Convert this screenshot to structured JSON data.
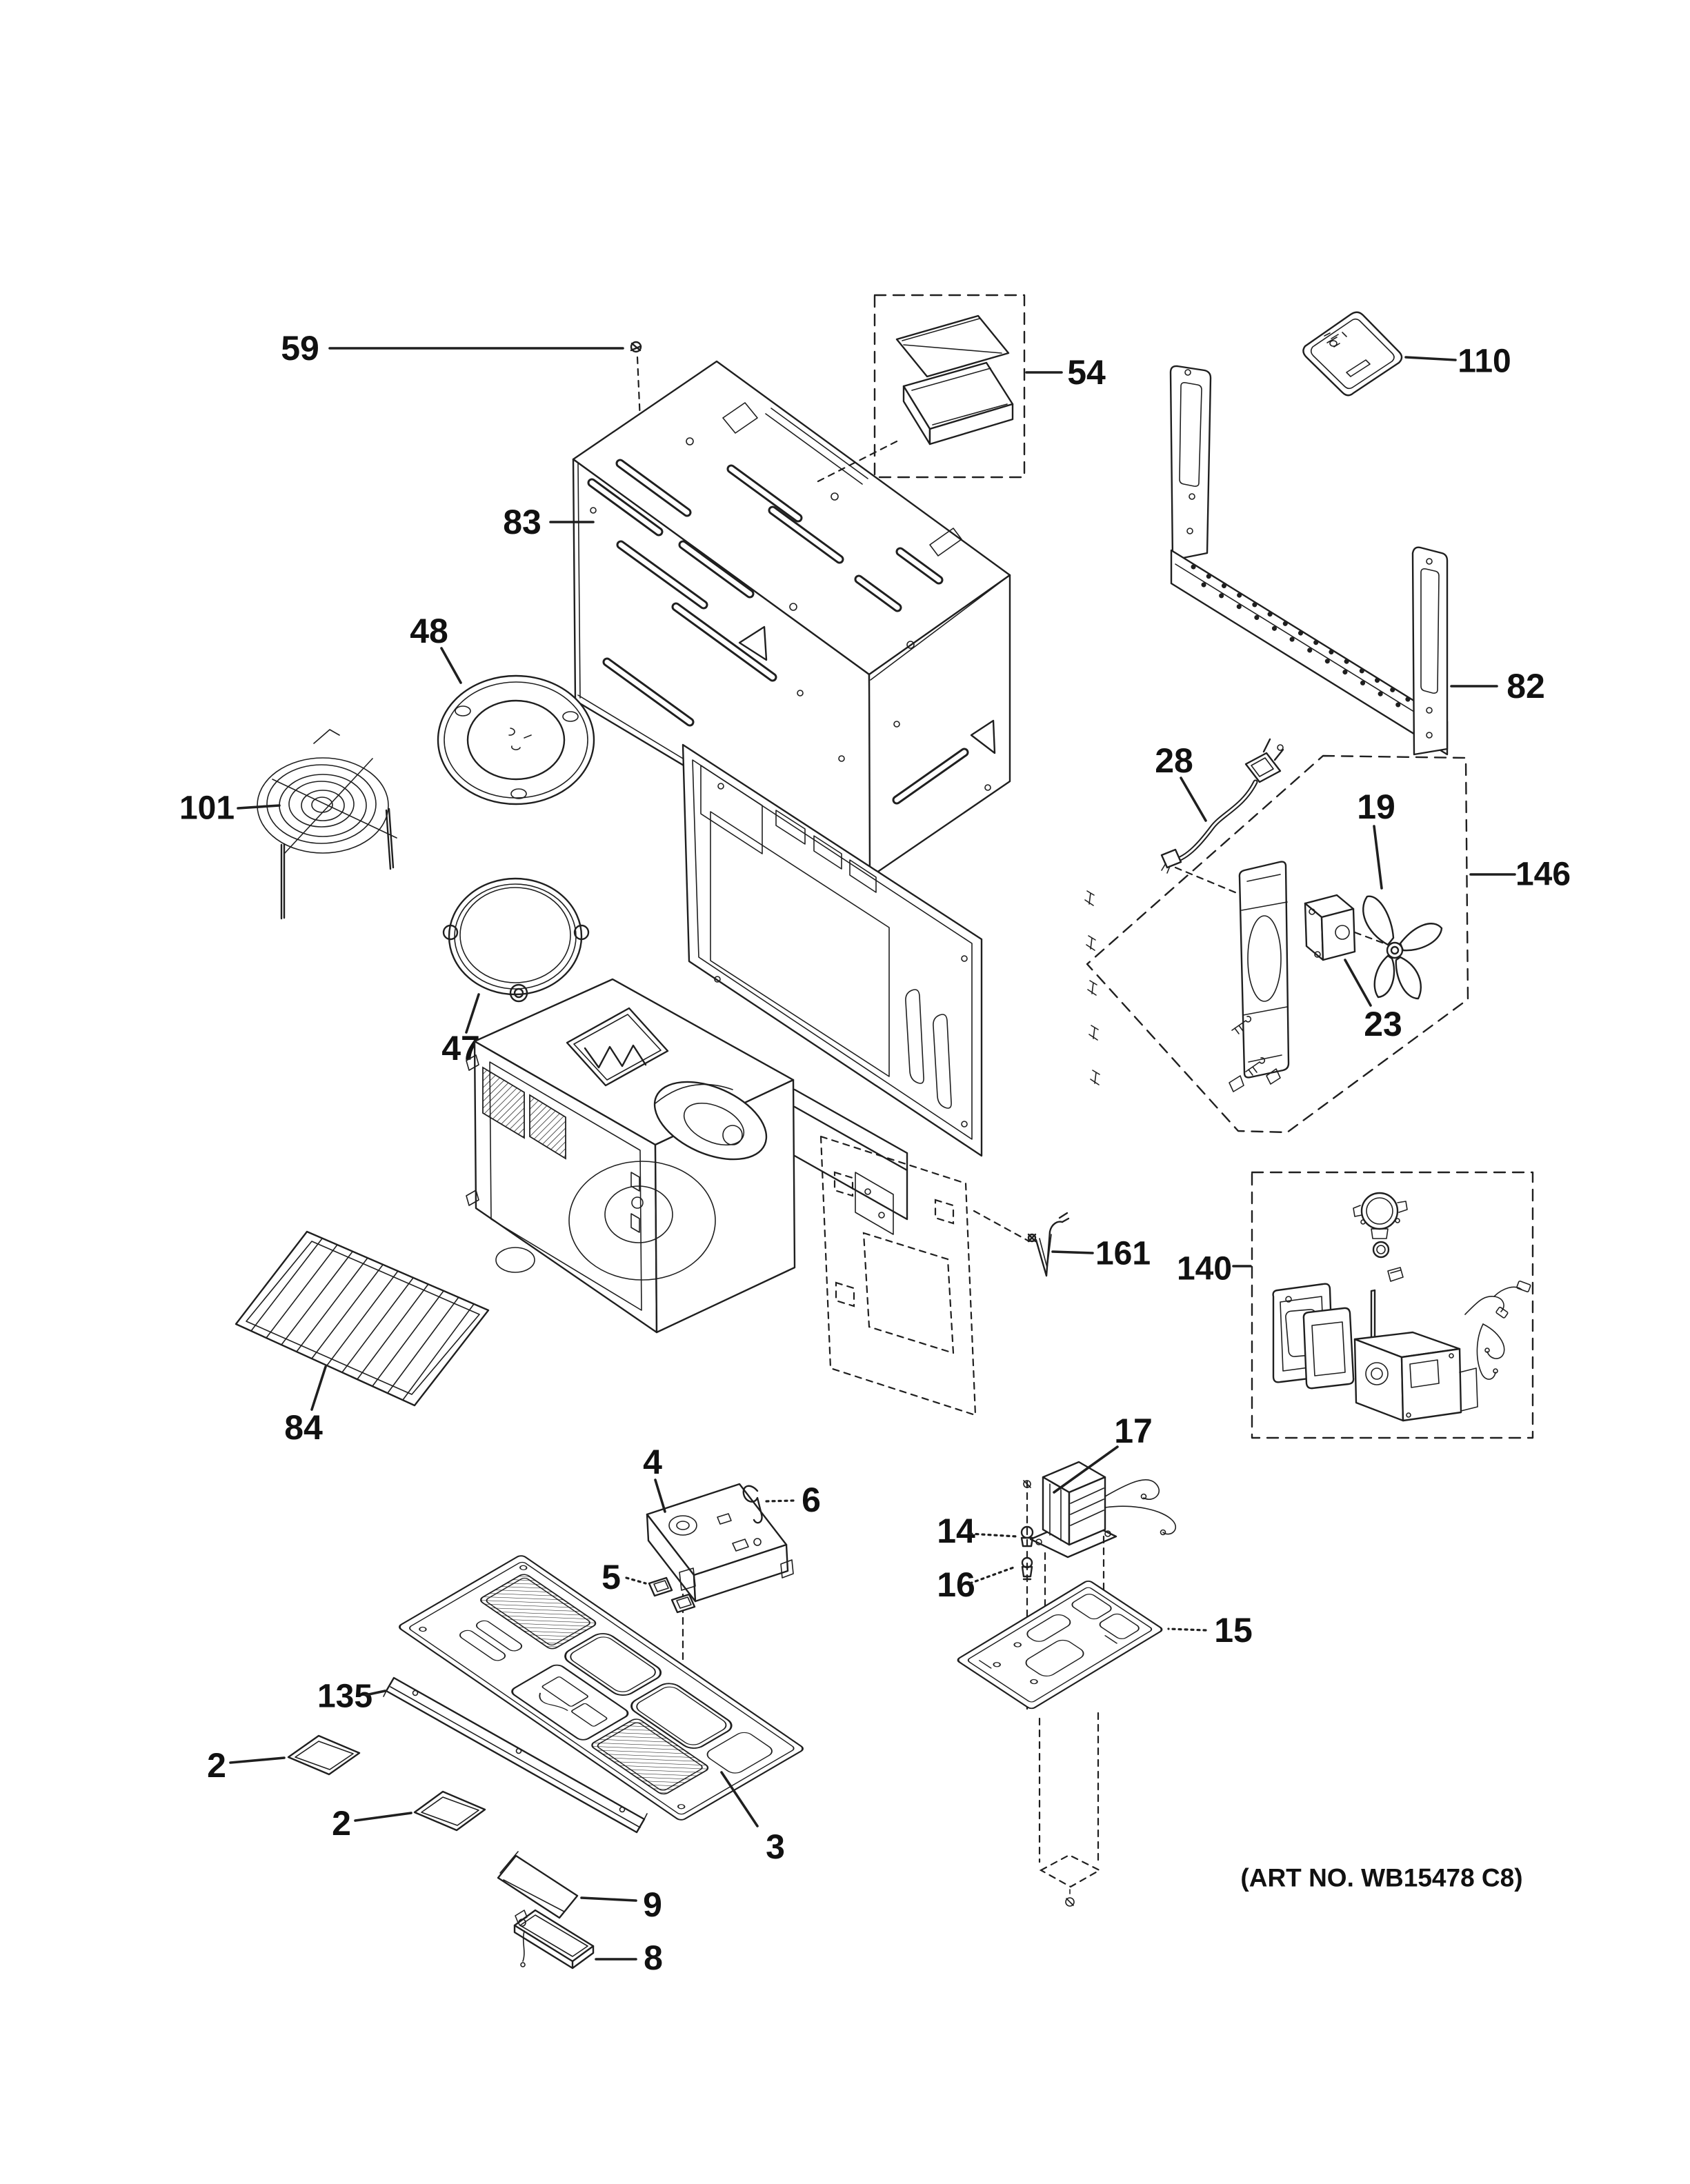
{
  "diagram": {
    "title_note": "(ART NO. WB15478 C8)",
    "background_color": "#ffffff",
    "line_color": "#1f1f1f",
    "labels": [
      {
        "id": "59",
        "text": "59"
      },
      {
        "id": "54",
        "text": "54"
      },
      {
        "id": "110",
        "text": "110"
      },
      {
        "id": "83",
        "text": "83"
      },
      {
        "id": "82",
        "text": "82"
      },
      {
        "id": "48",
        "text": "48"
      },
      {
        "id": "28",
        "text": "28"
      },
      {
        "id": "101",
        "text": "101"
      },
      {
        "id": "19",
        "text": "19"
      },
      {
        "id": "146",
        "text": "146"
      },
      {
        "id": "47",
        "text": "47"
      },
      {
        "id": "23",
        "text": "23"
      },
      {
        "id": "161",
        "text": "161"
      },
      {
        "id": "140",
        "text": "140"
      },
      {
        "id": "84",
        "text": "84"
      },
      {
        "id": "4",
        "text": "4"
      },
      {
        "id": "6",
        "text": "6"
      },
      {
        "id": "5",
        "text": "5"
      },
      {
        "id": "17",
        "text": "17"
      },
      {
        "id": "14",
        "text": "14"
      },
      {
        "id": "16",
        "text": "16"
      },
      {
        "id": "15",
        "text": "15"
      },
      {
        "id": "135",
        "text": "135"
      },
      {
        "id": "2a",
        "text": "2"
      },
      {
        "id": "2b",
        "text": "2"
      },
      {
        "id": "3",
        "text": "3"
      },
      {
        "id": "9",
        "text": "9"
      },
      {
        "id": "8",
        "text": "8"
      }
    ]
  }
}
